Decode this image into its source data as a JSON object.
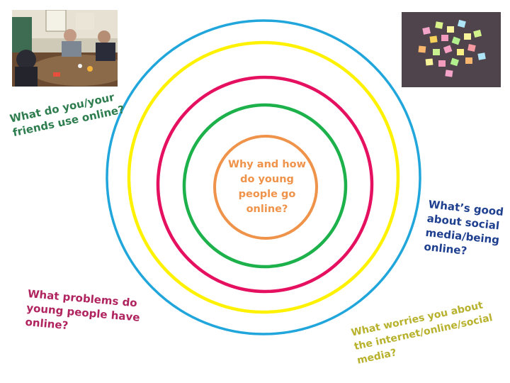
{
  "center_question": "Why and how\ndo young\npeople go\nonline?",
  "prompts": [
    {
      "text": "What do you/your\nfriends use online?",
      "color": "#2e7d4f"
    },
    {
      "text": "What’s good\nabout social\nmedia/being\nonline?",
      "color": "#1f3f8f"
    },
    {
      "text": "What problems do\nyoung people have\nonline?",
      "color": "#b0245f"
    },
    {
      "text": "What worries you about\nthe internet/online/social\nmedia?",
      "color": "#b7b12c"
    }
  ],
  "rings": [
    {
      "name": "outer",
      "color": "#21a6dc"
    },
    {
      "name": "second",
      "color": "#fff200"
    },
    {
      "name": "third",
      "color": "#e5105f"
    },
    {
      "name": "fourth",
      "color": "#1db14b"
    },
    {
      "name": "center",
      "color": "#f0934a"
    }
  ],
  "center_color": "#f0934a",
  "photos": [
    {
      "name": "workshop-group-photo",
      "subject": "young people around a table in a workshop"
    },
    {
      "name": "sticky-notes-photo",
      "subject": "coloured sticky notes on a table"
    }
  ]
}
